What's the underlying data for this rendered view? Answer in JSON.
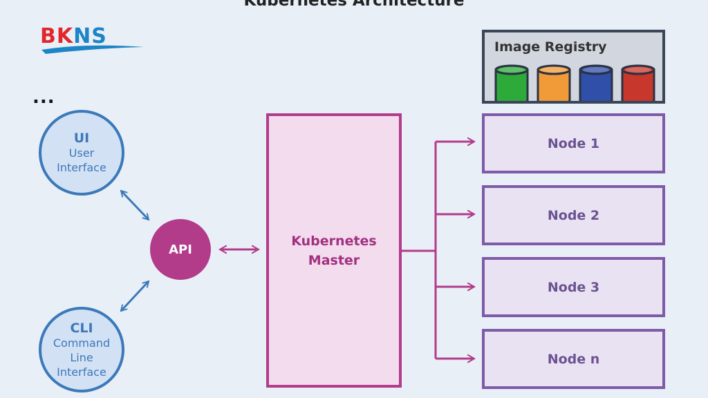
{
  "title": "Kubernetes Architecture",
  "logo": {
    "text": "BKNS",
    "colors": [
      "#e2262c",
      "#e2262c",
      "#1d84c6",
      "#1d84c6"
    ],
    "swoosh_color": "#1d84c6"
  },
  "ellipsis_left": "...",
  "ellipsis_right": "...",
  "clients": {
    "ui": {
      "title": "UI",
      "line1": "User",
      "line2": "Interface"
    },
    "cli": {
      "title": "CLI",
      "line1": "Command",
      "line2": "Line",
      "line3": "Interface"
    }
  },
  "api": {
    "label": "API"
  },
  "master": {
    "line1": "Kubernetes",
    "line2": "Master"
  },
  "registry": {
    "label": "Image Registry",
    "images": [
      {
        "color": "#2eaa3b"
      },
      {
        "color": "#f19a38"
      },
      {
        "color": "#2f4fa8"
      },
      {
        "color": "#c8372b"
      }
    ]
  },
  "nodes": [
    {
      "label": "Node 1"
    },
    {
      "label": "Node 2"
    },
    {
      "label": "Node 3"
    },
    {
      "label": "Node n"
    }
  ],
  "colors": {
    "client_arrow": "#3b79b9",
    "master_link": "#b23b8a"
  }
}
